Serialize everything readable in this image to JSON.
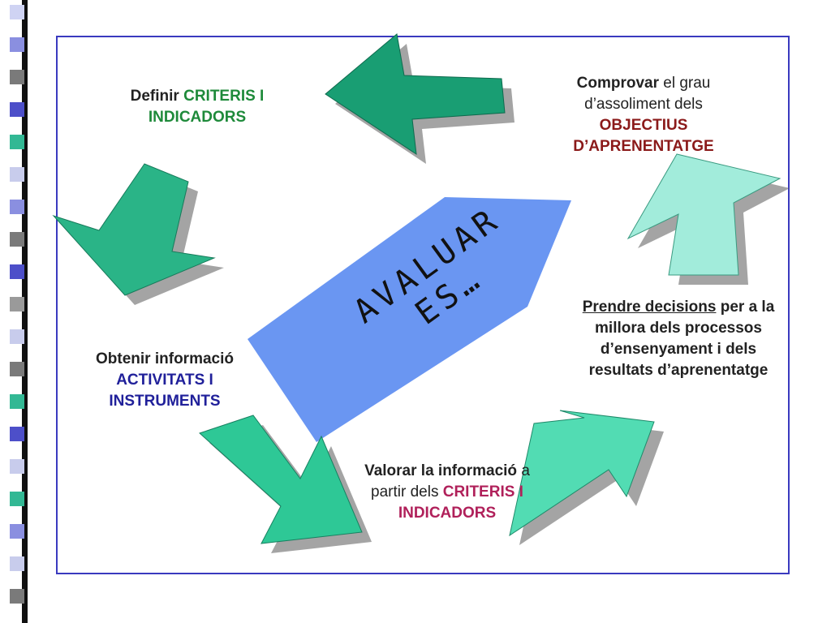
{
  "colors": {
    "frame": "#3a3abf",
    "arrow_dark": "#199e73",
    "arrow_mid": "#34c89a",
    "arrow_light": "#92e8d4",
    "center_shape": "#6a96f2",
    "criteris_green": "#1e8a3a",
    "objectius_red": "#8b1a1a",
    "activitats_blue": "#20209a",
    "criteris_magenta": "#b0205a"
  },
  "center": {
    "line1": "AVALUAR",
    "line2": "ES…"
  },
  "nodes": {
    "definir": {
      "verb": "Definir",
      "highlight": "CRITERIS I INDICADORS"
    },
    "comprovar": {
      "verb": "Comprovar",
      "rest": " el grau d’assoliment dels",
      "highlight": "OBJECTIUS D’APRENENTATGE"
    },
    "prendre": {
      "verb": "Prendre decisions",
      "rest": " per a la millora dels processos d’ensenyament i dels resultats d’aprenentatge"
    },
    "valorar": {
      "verb": "Valorar la informació",
      "rest": " a partir dels ",
      "highlight": "CRITERIS I INDICADORS"
    },
    "obtenir": {
      "verb": "Obtenir informació",
      "highlight": "ACTIVITATS I INSTRUMENTS"
    }
  }
}
